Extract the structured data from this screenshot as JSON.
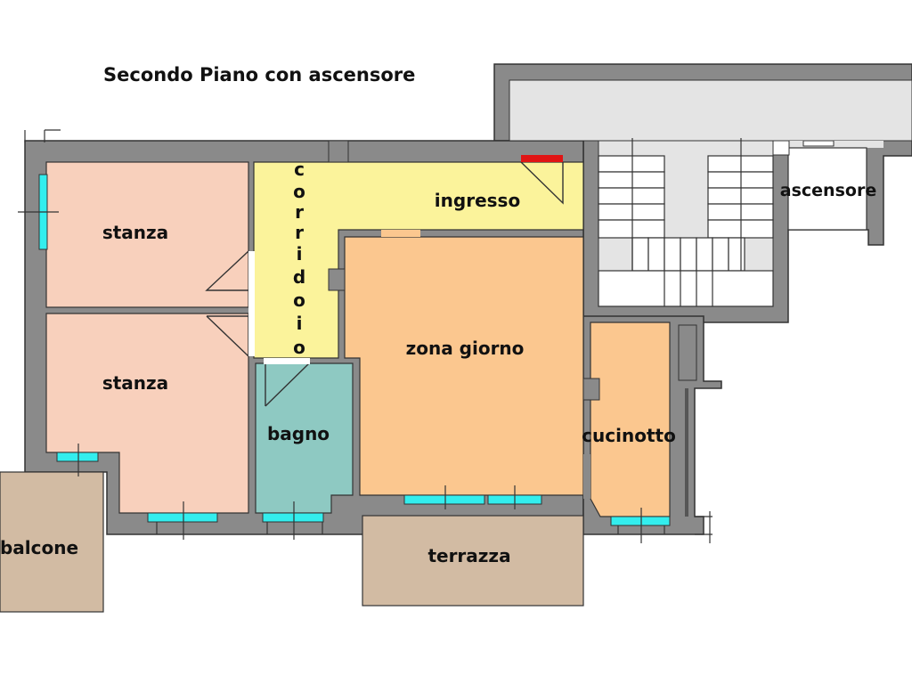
{
  "title": "Secondo Piano con ascensore",
  "colors": {
    "wall": "#8a8a8a",
    "wall_stroke": "#333333",
    "stanza": "#f8d0bc",
    "corridoio": "#fbf39b",
    "zona_giorno": "#fbc78f",
    "bagno": "#8ec9c2",
    "outdoor": "#d2bba3",
    "stair_area": "#e4e4e4",
    "window": "#33eeee",
    "door_red": "#e01414"
  },
  "rooms": {
    "stanza_1": "stanza",
    "stanza_2": "stanza",
    "corridoio": [
      "c",
      "o",
      "r",
      "r",
      "i",
      "d",
      "o",
      "i",
      "o"
    ],
    "ingresso": "ingresso",
    "zona_giorno": "zona giorno",
    "bagno": "bagno",
    "cucinotto": "cucinotto",
    "ascensore": "ascensore",
    "balcone": "balcone",
    "terrazza": "terrazza"
  }
}
